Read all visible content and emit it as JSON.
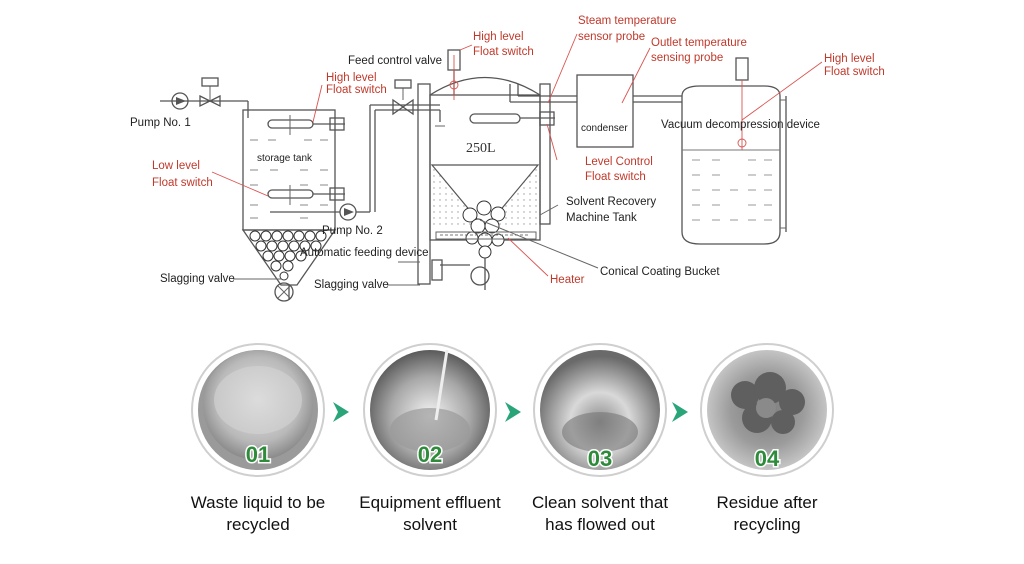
{
  "diagram": {
    "labels": {
      "pump1": "Pump No. 1",
      "pump2": "Pump No. 2",
      "high_float_1a": "High level",
      "high_float_1b": "Float switch",
      "storage_tank": "storage tank",
      "low_float_a": "Low level",
      "low_float_b": "Float switch",
      "auto_feed": "Automatic feeding device",
      "slag_valve_1": "Slagging valve",
      "slag_valve_2": "Slagging valve",
      "feed_control": "Feed control valve",
      "high_float_2a": "High level",
      "high_float_2b": "Float switch",
      "capacity": "250L",
      "steam_probe_a": "Steam temperature",
      "steam_probe_b": "sensor probe",
      "outlet_probe_a": "Outlet temperature",
      "outlet_probe_b": "sensing probe",
      "condenser": "condenser",
      "level_control_a": "Level Control",
      "level_control_b": "Float switch",
      "recovery_tank_a": "Solvent Recovery",
      "recovery_tank_b": "Machine Tank",
      "heater": "Heater",
      "conical_bucket": "Conical Coating Bucket",
      "high_float_3a": "High level",
      "high_float_3b": "Float switch",
      "vacuum_device": "Vacuum decompression device"
    },
    "colors": {
      "label_red": "#c0392b",
      "label_black": "#222222",
      "step_arrow": "#2aa57a",
      "step_number": "#2e8b3a"
    }
  },
  "steps": [
    {
      "number": "01",
      "caption_1": "Waste liquid to be",
      "caption_2": "recycled"
    },
    {
      "number": "02",
      "caption_1": "Equipment effluent",
      "caption_2": "solvent"
    },
    {
      "number": "03",
      "caption_1": "Clean solvent that",
      "caption_2": "has flowed out"
    },
    {
      "number": "04",
      "caption_1": "Residue after",
      "caption_2": "recycling"
    }
  ]
}
